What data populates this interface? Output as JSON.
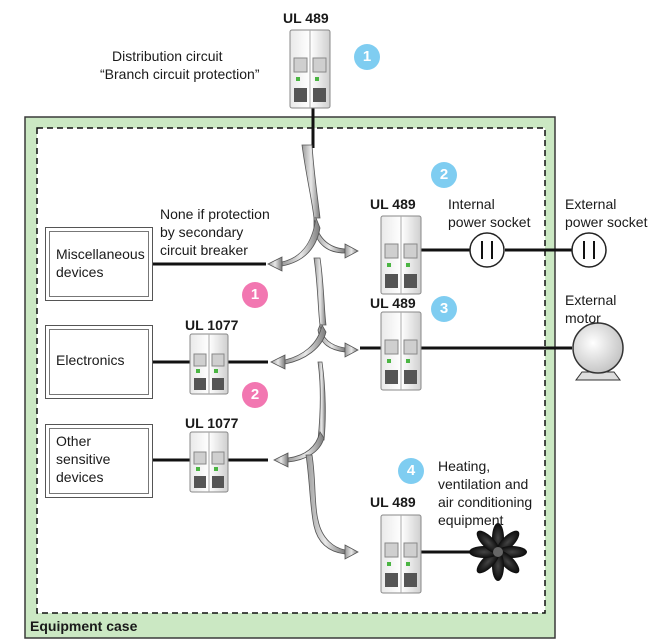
{
  "top": {
    "breaker_label": "UL 489",
    "distribution_line1": "Distribution circuit",
    "distribution_line2": "“Branch circuit protection”",
    "badge": "1"
  },
  "case": {
    "label": "Equipment case",
    "fill": "#cbe8c3",
    "border": "#3a3a3a"
  },
  "devices": {
    "misc": {
      "line1": "Miscellaneous",
      "line2": "devices"
    },
    "electronics": {
      "line1": "Electronics"
    },
    "sensitive": {
      "line1": "Other",
      "line2": "sensitive",
      "line3": "devices"
    }
  },
  "note": {
    "line1": "None if protection",
    "line2": "by secondary",
    "line3": "circuit breaker"
  },
  "breakers": {
    "b1": "UL 489",
    "b2": "UL 489",
    "b3": "UL 1077",
    "b4": "UL 1077",
    "b5": "UL 489"
  },
  "badges": {
    "blue2": "2",
    "blue3": "3",
    "blue4": "4",
    "pink1": "1",
    "pink2": "2"
  },
  "sockets": {
    "internal_line1": "Internal",
    "internal_line2": "power socket",
    "external_line1": "External",
    "external_line2": "power socket"
  },
  "motor": {
    "line1": "External",
    "line2": "motor"
  },
  "hvac": {
    "line1": "Heating,",
    "line2": "ventilation and",
    "line3": "air conditioning",
    "line4": "equipment"
  },
  "colors": {
    "badge_blue": "#7fcdf1",
    "badge_pink": "#f277b1",
    "wire": "#111111",
    "breaker_green": "#4bb543"
  }
}
